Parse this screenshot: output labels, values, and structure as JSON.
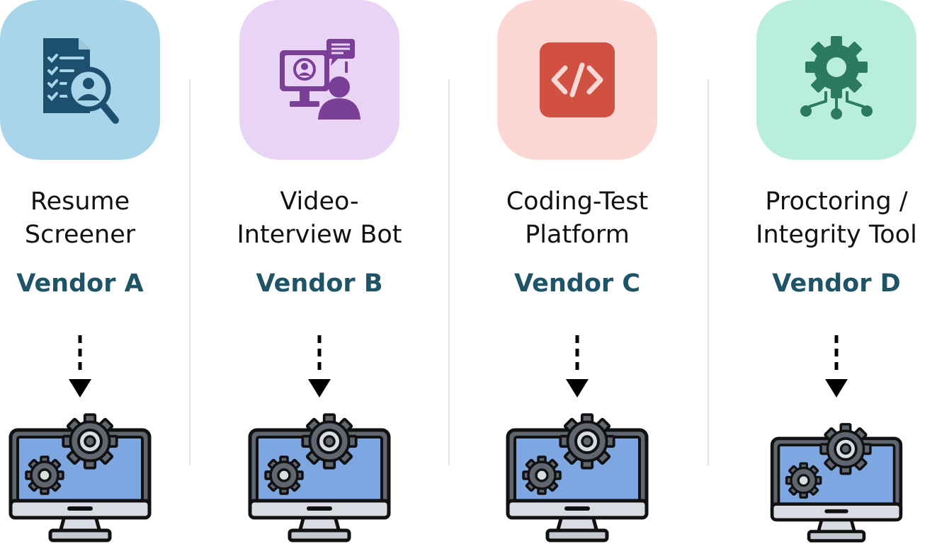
{
  "columns": [
    {
      "title_line1": "Resume",
      "title_line2": "Screener",
      "vendor": "Vendor A",
      "icon": "resume-search-icon",
      "tile_color": "#a9d5ea"
    },
    {
      "title_line1": "Video-",
      "title_line2": "Interview Bot",
      "vendor": "Vendor B",
      "icon": "video-interview-icon",
      "tile_color": "#ead4f6"
    },
    {
      "title_line1": "Coding-Test",
      "title_line2": "Platform",
      "vendor": "Vendor C",
      "icon": "code-icon",
      "tile_color": "#fbd8d4"
    },
    {
      "title_line1": "Proctoring /",
      "title_line2": "Integrity Tool",
      "vendor": "Vendor D",
      "icon": "gear-network-icon",
      "tile_color": "#b9eedf"
    }
  ],
  "colors": {
    "vendor_text": "#1f5366",
    "title_text": "#111111",
    "divider": "#e4e4e4"
  },
  "connector_icon": "dashed-arrow-down-icon",
  "system_icon": "monitor-with-gears-icon"
}
